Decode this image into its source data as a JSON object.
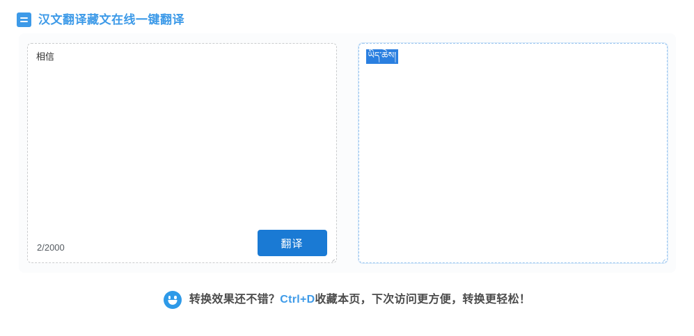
{
  "header": {
    "icon": "document-icon",
    "title": "汉文翻译藏文在线一键翻译",
    "title_color": "#3d9ae8"
  },
  "translator": {
    "input": {
      "value": "相信",
      "placeholder": "",
      "char_counter": "2/2000",
      "max_chars": 2000,
      "current_chars": 2
    },
    "translate_button": {
      "label": "翻译",
      "color": "#1a7ad4"
    },
    "output": {
      "value": "ཡིད་ཆེས།",
      "selected": true,
      "selection_color": "#2a7fe0",
      "border_color": "#9cc6ef"
    }
  },
  "footer": {
    "icon": "smiley-icon",
    "text_before": "转换效果还不错？",
    "shortcut": "Ctrl+D",
    "text_after": "收藏本页，下次访问更方便，转换更轻松！",
    "accent_color": "#3d9ae8"
  }
}
